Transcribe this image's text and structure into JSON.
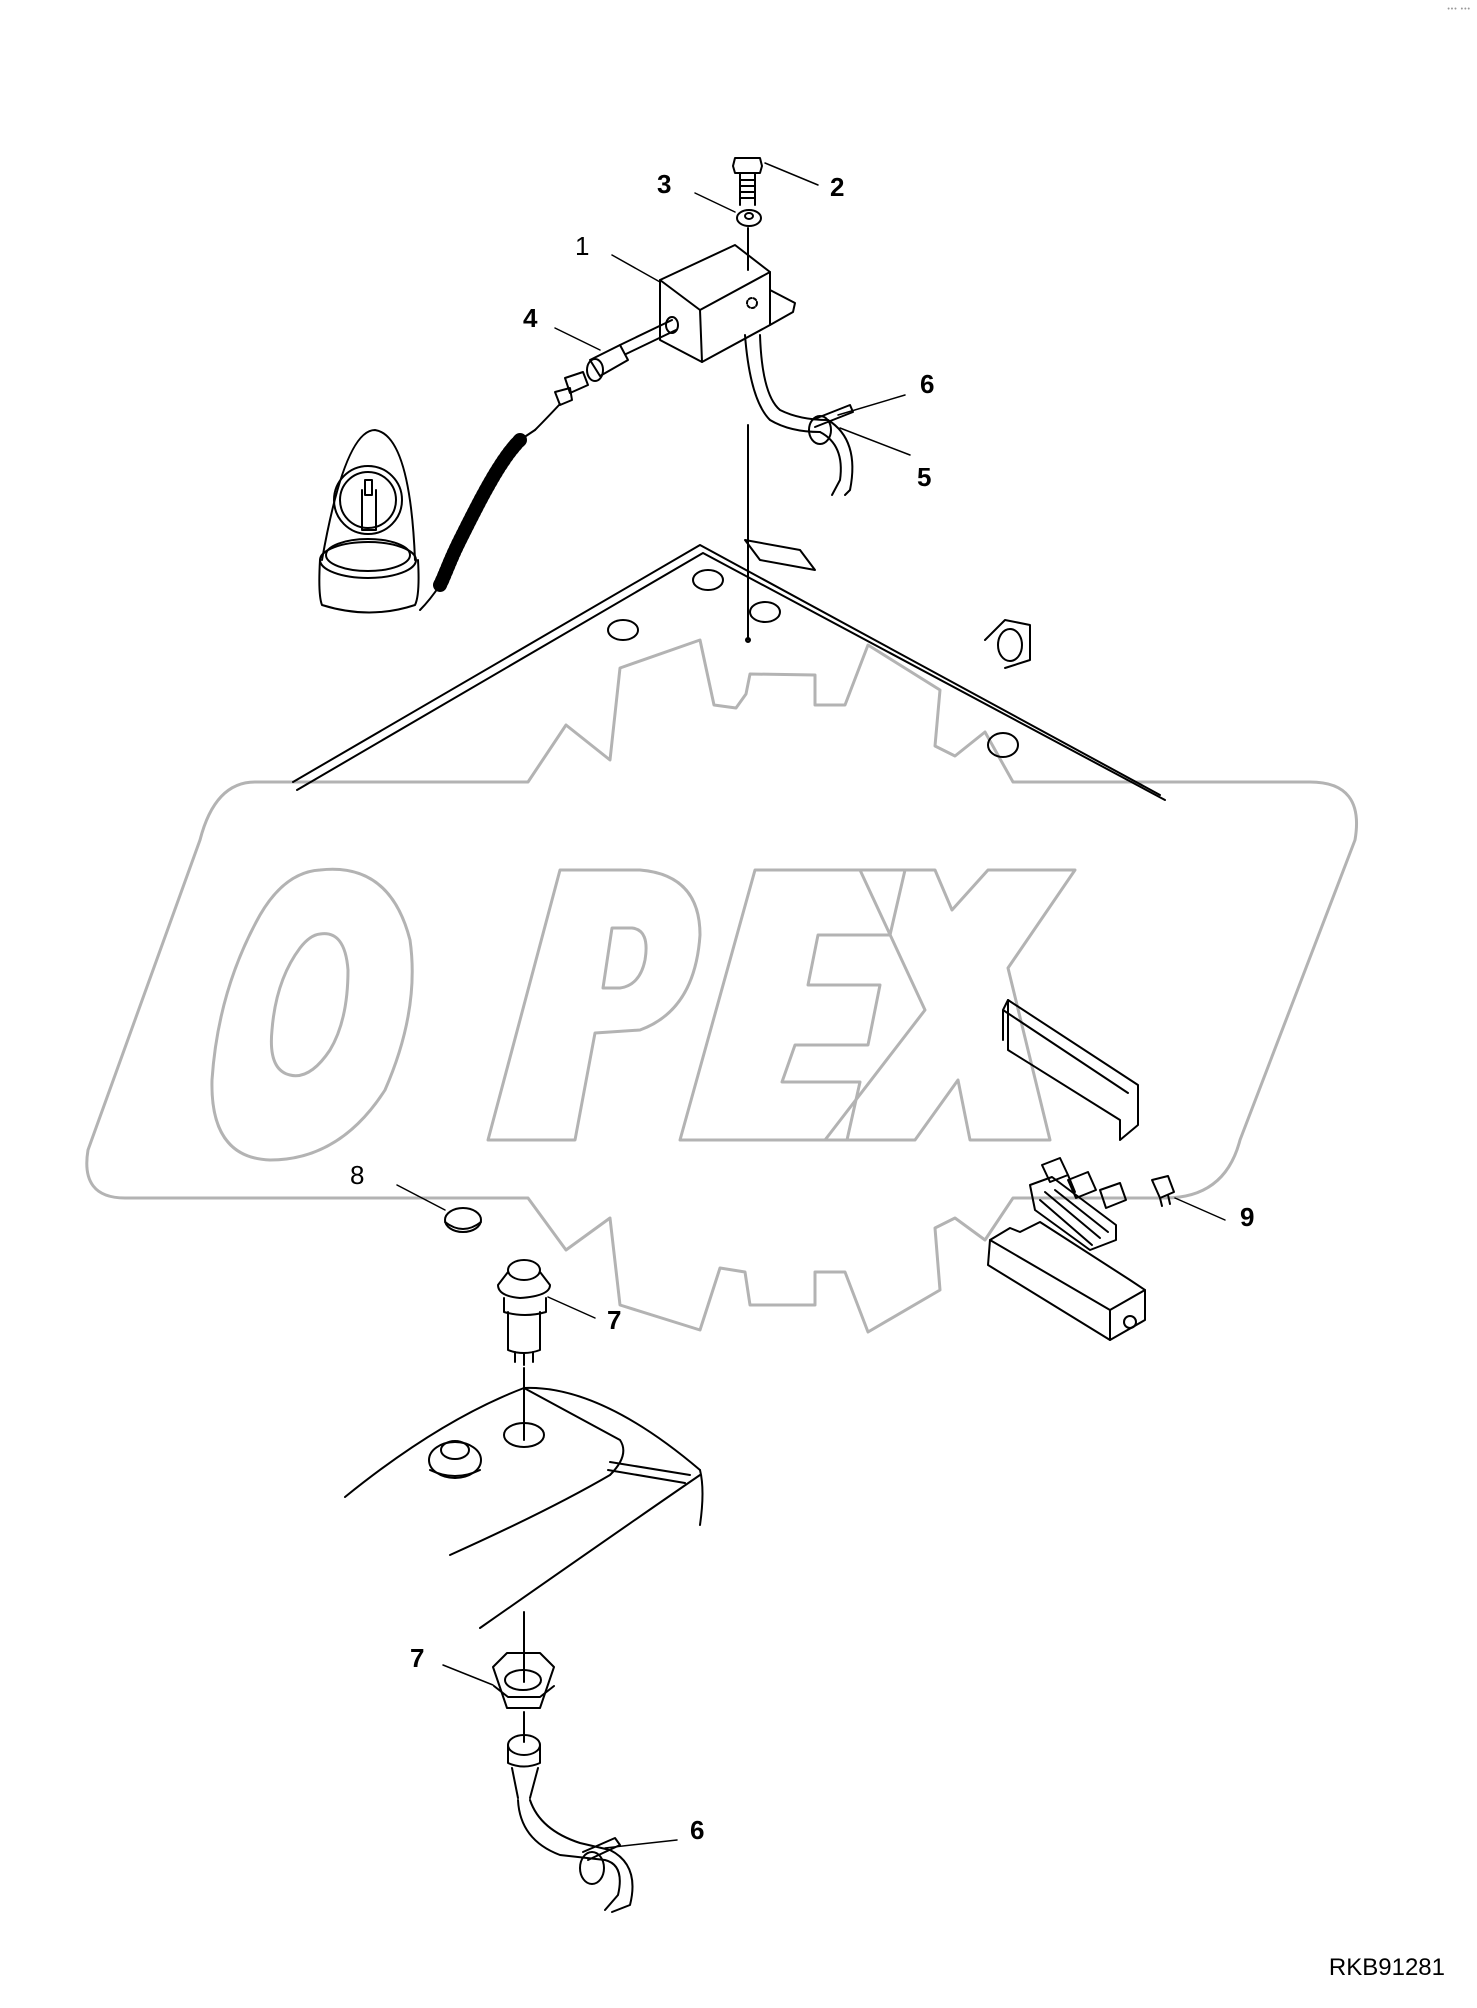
{
  "diagram": {
    "type": "exploded parts diagram",
    "subject": "Rotating beacon / warning light electrical installation",
    "drawing_id": "RKB91281",
    "watermark": {
      "text": "OPEX",
      "color": "#b3b3b3"
    },
    "corner_mark": "••• •••",
    "line_color": "#000000",
    "callouts": [
      {
        "id": "c1",
        "label": "1",
        "part": "warning light control unit (box with bracket)"
      },
      {
        "id": "c2",
        "label": "2",
        "part": "bolt"
      },
      {
        "id": "c3",
        "label": "3",
        "part": "washer"
      },
      {
        "id": "c4",
        "label": "4",
        "part": "connector socket"
      },
      {
        "id": "c5",
        "label": "5",
        "part": "harness cable"
      },
      {
        "id": "c6a",
        "label": "6",
        "part": "cable clamp (upper)"
      },
      {
        "id": "c6b",
        "label": "6",
        "part": "cable clamp (lower)"
      },
      {
        "id": "c7a",
        "label": "7",
        "part": "push switch"
      },
      {
        "id": "c7b",
        "label": "7",
        "part": "switch lock nut"
      },
      {
        "id": "c8",
        "label": "8",
        "part": "blanking plug"
      },
      {
        "id": "c9",
        "label": "9",
        "part": "blade fuse"
      }
    ],
    "components": [
      "rotating beacon with coiled cable",
      "cab roof panel",
      "dashboard console",
      "fuse box with cover"
    ]
  }
}
